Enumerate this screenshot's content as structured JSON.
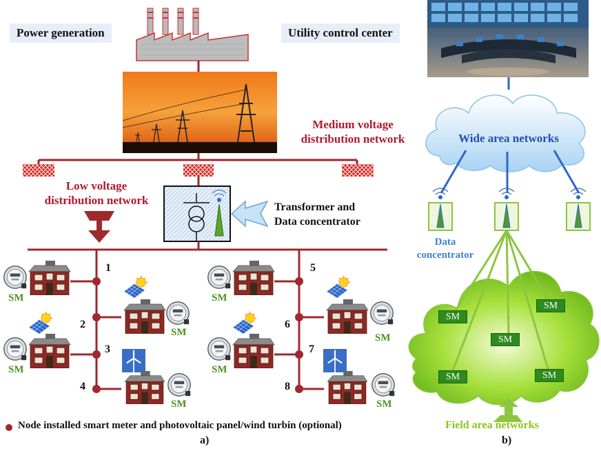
{
  "left": {
    "power_generation": "Power generation",
    "medium_voltage": [
      "Medium voltage",
      "distribution network"
    ],
    "low_voltage": [
      "Low voltage",
      "distribution network"
    ],
    "transformer": [
      "Transformer and",
      "Data concentrator"
    ],
    "node_numbers": [
      "1",
      "2",
      "3",
      "4",
      "5",
      "6",
      "7",
      "8"
    ],
    "sm_label": "SM",
    "legend": "Node installed smart meter and photovoltaic panel/wind turbin (optional)",
    "caption": "a)"
  },
  "right": {
    "utility_control_center": "Utility control center",
    "wide_area_networks": "Wide area networks",
    "data_concentrator": [
      "Data",
      "concentrator"
    ],
    "field_sm_labels": [
      "SM",
      "SM",
      "SM",
      "SM",
      "SM"
    ],
    "field_area_networks": "Field area networks",
    "caption": "b)"
  },
  "colors": {
    "grid_red": "#a0282e",
    "network_blue": "#2f68c4",
    "field_green": "#8cc63f",
    "sm_green": "#2e8b1e"
  }
}
